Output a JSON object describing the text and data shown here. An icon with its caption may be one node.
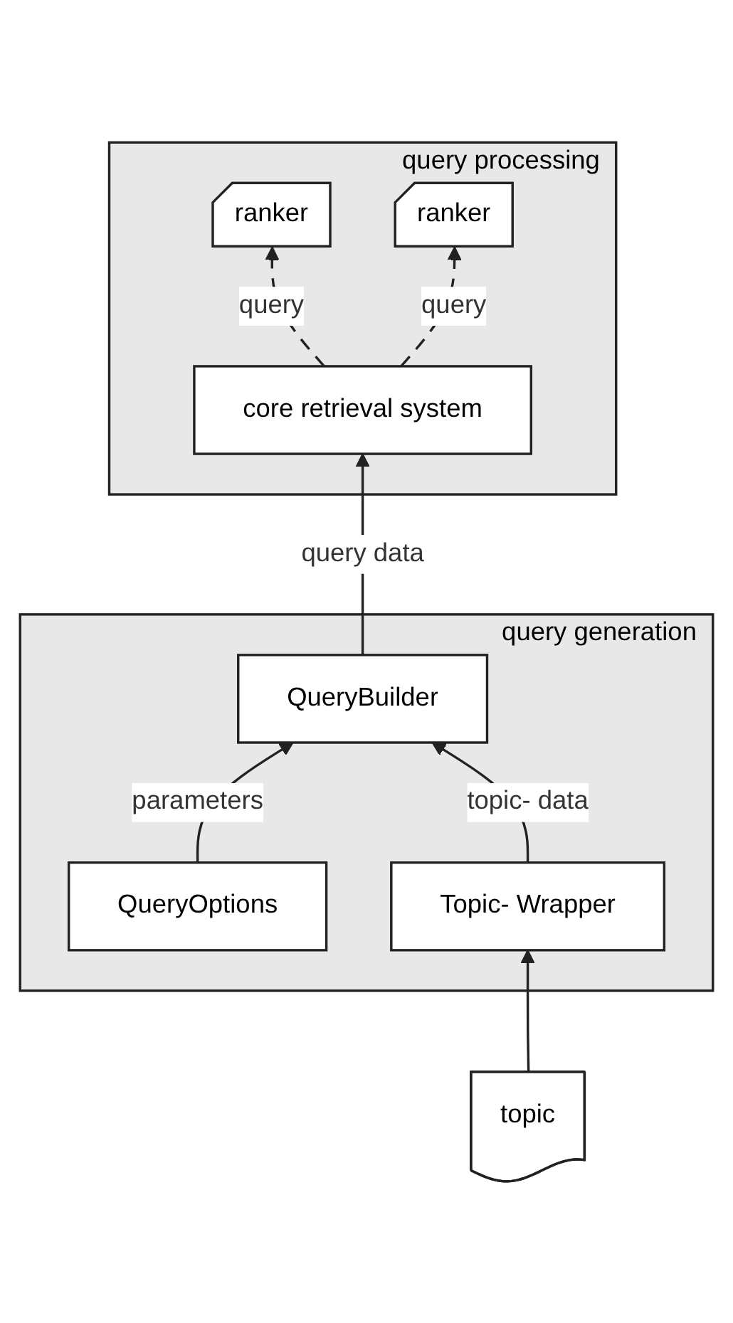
{
  "diagram": {
    "nodes": [
      {
        "text": [
          "query processing"
        ]
      },
      {
        "text": [
          "core retrieval system"
        ],
        "in": 0
      },
      {
        "text": [
          "ranker"
        ],
        "in": 0
      },
      {
        "text": [
          "ranker"
        ],
        "in": 0
      },
      {
        "text": [
          "query generation"
        ]
      },
      {
        "text": [
          "QueryBuilder"
        ],
        "in": 4
      },
      {
        "text": [
          "QueryOptions"
        ],
        "in": 4
      },
      {
        "text": [
          "Topic- Wrapper"
        ],
        "in": 4
      },
      {
        "text": [
          "topic"
        ]
      }
    ],
    "edges": [
      {
        "from": 5,
        "to": 1,
        "arrow": "to",
        "label": "query data"
      },
      {
        "from": 1,
        "to": 2,
        "arrow": "to",
        "label": "query",
        "style": "dashed"
      },
      {
        "from": 1,
        "to": 3,
        "arrow": "to",
        "label": "query",
        "style": "dashed"
      },
      {
        "from": 6,
        "to": 5,
        "arrow": "to",
        "label": "parameters"
      },
      {
        "from": 7,
        "to": 5,
        "arrow": "to",
        "label": "topic- data"
      },
      {
        "from": 8,
        "to": 7,
        "arrow": "to"
      }
    ]
  }
}
